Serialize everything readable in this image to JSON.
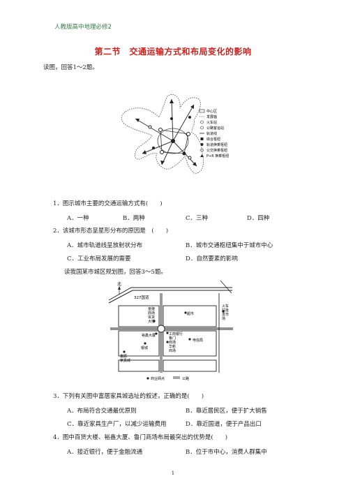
{
  "header": "人教版高中地理必修2",
  "title": "第二节　交通运输方式和布局变化的影响",
  "intro1": "读图，回答1～2题。",
  "map1": {
    "legend": [
      "中心区",
      "发展轴",
      "火车站",
      "公路客运站",
      "轨道线",
      "综合枢纽",
      "轨道换乘枢纽",
      "公交换乘枢纽",
      "P+R 换乘枢纽"
    ]
  },
  "q1": {
    "stem": "1．图示城市主要的交通运输方式有(　　)",
    "options": [
      "A．一种",
      "B．两种",
      "C．三种",
      "D．四种"
    ]
  },
  "q2": {
    "stem": "2．该城市形态呈星形分布的原因是　(　　)",
    "options": [
      "A．城市轨道线呈放射状分布",
      "B．城市交通枢纽集中于城市中心",
      "C．工业布局发展的需要",
      "D．自然要素的影响"
    ]
  },
  "intro2": "读我国某市城区规划图，回答3～5题。",
  "map2": {
    "north": "北",
    "road": "327国道",
    "labels": {
      "jinlian": "金陵",
      "shangchang": "商场",
      "baihuo": "百货",
      "dalou": "大楼",
      "yushu": "裕鑫大厦",
      "yinhang": "工商银行",
      "lumen": "鲁门",
      "shangcha": "商场",
      "huaxin": "华新",
      "shangmao": "商场",
      "chaoshi": "超市",
      "dianxin": "电信局",
      "yinyu": "银城",
      "huoche": "火车",
      "huoche2": "站批",
      "huoche3": "发市",
      "huoche4": "场",
      "fugui": "富居",
      "fugui2": "家具城"
    },
    "legend_point": "商业网点",
    "legend_road": "公路"
  },
  "q3": {
    "stem": "3．下列有关图中富居家具城选址的叙述，正确的是(　　)",
    "options": [
      "A．布局符合交通最优原则",
      "B．靠近居民区，便于扩大销售",
      "C．靠近家具生产厂，以减少运输费用",
      "D．靠近国道，便于产品出口"
    ]
  },
  "q4": {
    "stem": "4．图中百货大楼、裕鑫大厦、鲁门商场布局最突出的优势是(　　)",
    "options": [
      "A．接近银行，便于金融流通",
      "B．位于市中心，消费人群集中"
    ]
  },
  "page_number": "1"
}
